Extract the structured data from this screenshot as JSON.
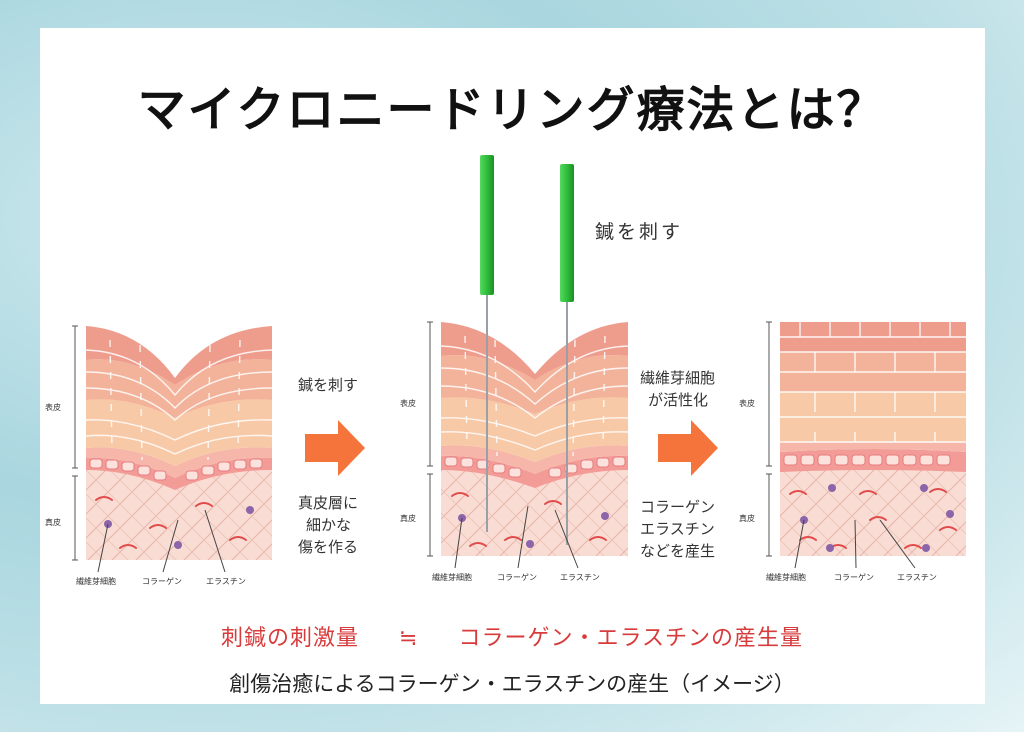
{
  "title": "マイクロニードリング療法とは？",
  "needle_label": "鍼を刺す",
  "layers": {
    "epidermis": "表皮",
    "dermis": "真皮"
  },
  "cells": {
    "fibroblast": "繊維芽細胞",
    "collagen": "コラーゲン",
    "elastin": "エラスチン"
  },
  "step1": {
    "top": "鍼を刺す",
    "bottom": [
      "真皮層に",
      "細かな",
      "傷を作る"
    ]
  },
  "step2": {
    "top": [
      "繊維芽細胞",
      "が活性化"
    ],
    "bottom": [
      "コラーゲン",
      "エラスチン",
      "などを産生"
    ]
  },
  "equation": {
    "left": "刺鍼の刺激量",
    "op": "≒",
    "right": "コラーゲン・エラスチンの産生量"
  },
  "subcaption": "創傷治癒によるコラーゲン・エラスチンの産生（イメージ）",
  "colors": {
    "arrow": "#f5743c",
    "needle_green": "#2ebd3a",
    "caption_red": "#d83b3b"
  }
}
